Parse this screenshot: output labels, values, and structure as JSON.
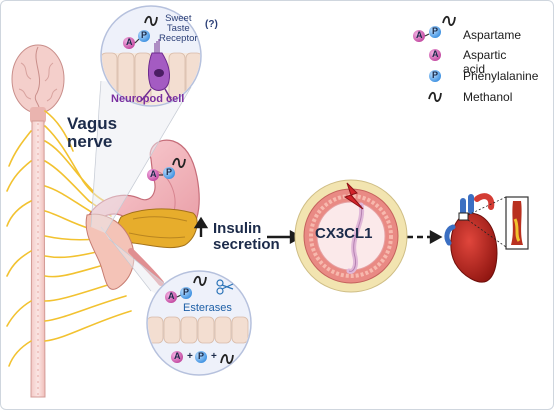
{
  "labels": {
    "vagus": "Vagus\nnerve",
    "sweet_taste": "Sweet\nTaste\nReceptor",
    "question": "(?)",
    "neuropod": "Neuropod cell",
    "insulin": "Insulin\nsecretion",
    "cx3cl1": "CX3CL1",
    "esterases": "Esterases",
    "a": "A",
    "p": "P",
    "plus": "+"
  },
  "legend": [
    {
      "icon": "aspartame",
      "label": "Aspartame"
    },
    {
      "icon": "aspartic-acid",
      "label": "Aspartic acid"
    },
    {
      "icon": "phenylalanine",
      "label": "Phenylalanine"
    },
    {
      "icon": "methanol",
      "label": "Methanol"
    }
  ],
  "colors": {
    "aspartic": "#c2479f",
    "phenylalanine": "#3b8fe0",
    "nerve": "#f2c230",
    "text": "#1c2b4a"
  }
}
